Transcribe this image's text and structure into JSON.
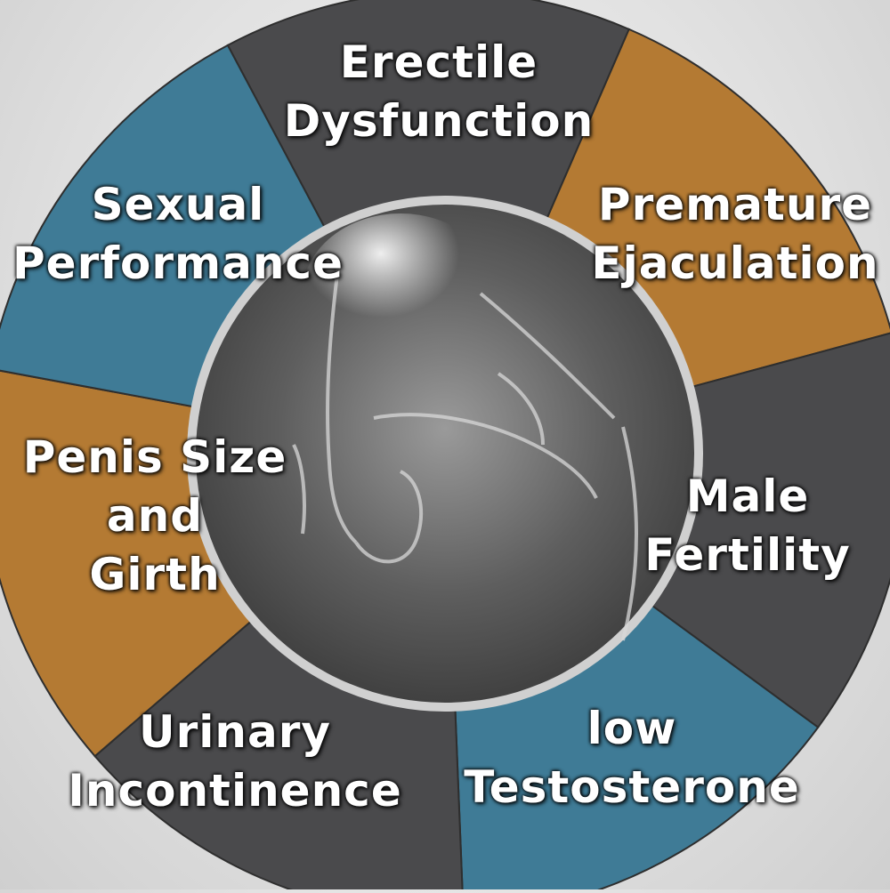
{
  "colors": {
    "dark": "#4a4a4c",
    "blue": "#3f7b96",
    "orange": "#b47a33",
    "center": "#6a6a6a"
  },
  "segments": [
    {
      "id": "erectile-dysfunction",
      "lines": [
        "Erectile",
        "Dysfunction"
      ],
      "color": "dark"
    },
    {
      "id": "premature-ejaculation",
      "lines": [
        "Premature",
        "Ejaculation"
      ],
      "color": "orange"
    },
    {
      "id": "male-fertility",
      "lines": [
        "Male",
        "Fertility"
      ],
      "color": "dark"
    },
    {
      "id": "low-testosterone",
      "lines": [
        "low",
        "Testosterone"
      ],
      "color": "blue"
    },
    {
      "id": "urinary-incontinence",
      "lines": [
        "Urinary",
        "Incontinence"
      ],
      "color": "dark"
    },
    {
      "id": "penis-size-and-girth",
      "lines": [
        "Penis Size",
        "and",
        "Girth"
      ],
      "color": "orange"
    },
    {
      "id": "sexual-performance",
      "lines": [
        "Sexual",
        "Performance"
      ],
      "color": "blue"
    }
  ]
}
